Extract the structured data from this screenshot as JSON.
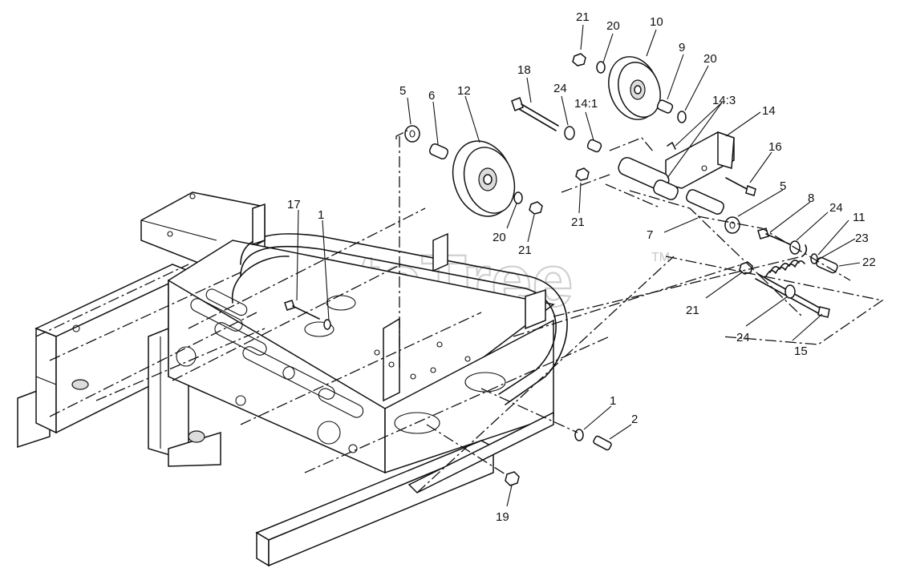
{
  "watermark": {
    "text": "PartsTree",
    "trademark": "TM"
  },
  "callouts": {
    "c1a": "1",
    "c1b": "1",
    "c2": "2",
    "c5a": "5",
    "c5b": "5",
    "c6": "6",
    "c7": "7",
    "c8": "8",
    "c9": "9",
    "c10": "10",
    "c11": "11",
    "c12": "12",
    "c14": "14",
    "c14_1": "14:1",
    "c14_3": "14:3",
    "c15": "15",
    "c16": "16",
    "c17": "17",
    "c18": "18",
    "c19": "19",
    "c20a": "20",
    "c20b": "20",
    "c20c": "20",
    "c21a": "21",
    "c21b": "21",
    "c21c": "21",
    "c21d": "21",
    "c22": "22",
    "c23": "23",
    "c24a": "24",
    "c24b": "24",
    "c24c": "24"
  }
}
